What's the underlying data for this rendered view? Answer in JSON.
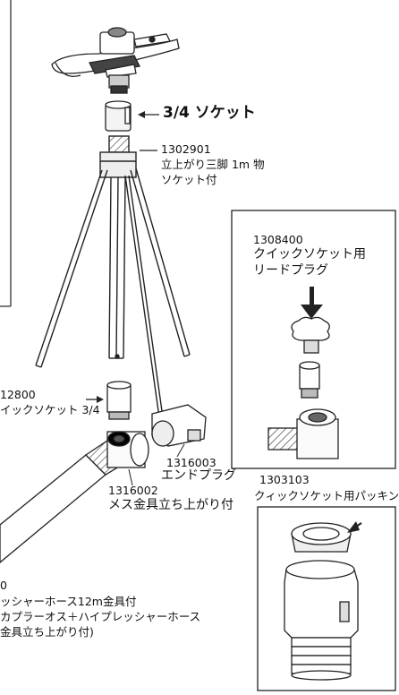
{
  "labels": {
    "socket_34": "3/4 ソケット",
    "tripod_code": "1302901",
    "tripod_name1": "立上がり三脚 1m 物",
    "tripod_name2": "ソケット付",
    "plug_code": "1308400",
    "plug_name1": "クイックソケット用",
    "plug_name2": "リードプラグ",
    "quick_code": "12800",
    "quick_name": "イックソケット 3/4",
    "end_code": "1316003",
    "end_name": "エンドプラグ",
    "tee_code": "1316002",
    "tee_name": "メス金具立ち上がり付",
    "packing_code": "1303103",
    "packing_name": "クィックソケット用パッキン",
    "hose_code": "0",
    "hose_line1": "ッシャーホース12m金具付",
    "hose_line2": "カプラーオス＋ハイプレッシャーホース",
    "hose_line3": "金具立ち上がり付)"
  }
}
